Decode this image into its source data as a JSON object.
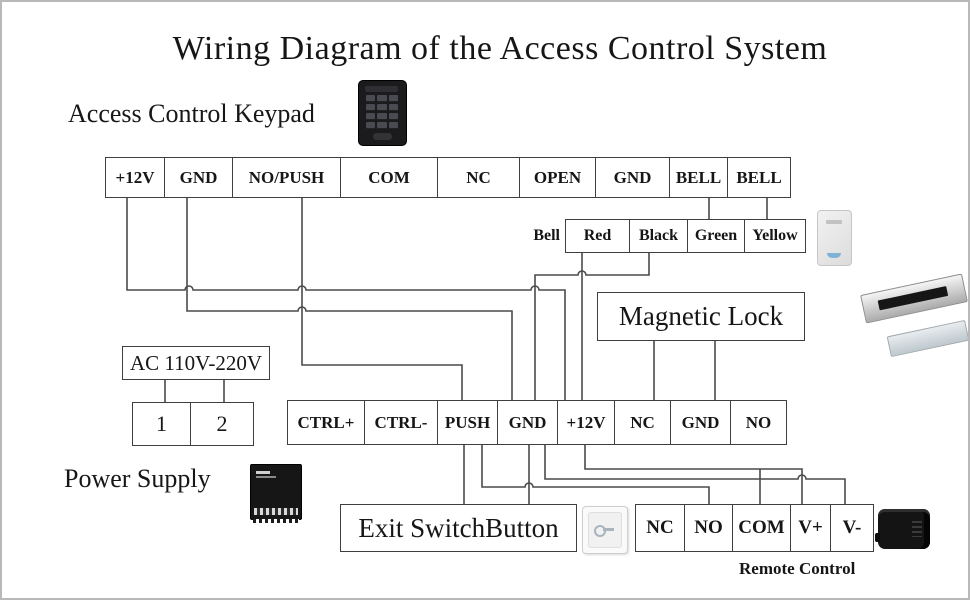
{
  "title": "Wiring Diagram of the Access Control System",
  "labels": {
    "keypad": "Access Control Keypad",
    "bell": "Bell",
    "magnetic_lock": "Magnetic Lock",
    "ac_power": "AC 110V-220V",
    "power_supply": "Power Supply",
    "exit_switch": "Exit SwitchButton",
    "remote_control": "Remote Control"
  },
  "terminal_rows": {
    "keypad_row": [
      "+12V",
      "GND",
      "NO/PUSH",
      "COM",
      "NC",
      "OPEN",
      "GND",
      "BELL",
      "BELL"
    ],
    "bell_row": [
      "Red",
      "Black",
      "Green",
      "Yellow"
    ],
    "power_terminals": [
      "1",
      "2"
    ],
    "control_row": [
      "CTRL+",
      "CTRL-",
      "PUSH",
      "GND",
      "+12V",
      "NC",
      "GND",
      "NO"
    ],
    "remote_row": [
      "NC",
      "NO",
      "COM",
      "V+",
      "V-"
    ]
  },
  "colors": {
    "wire": "#4a4a4a",
    "border": "#3f3f3f",
    "text": "#161616"
  }
}
